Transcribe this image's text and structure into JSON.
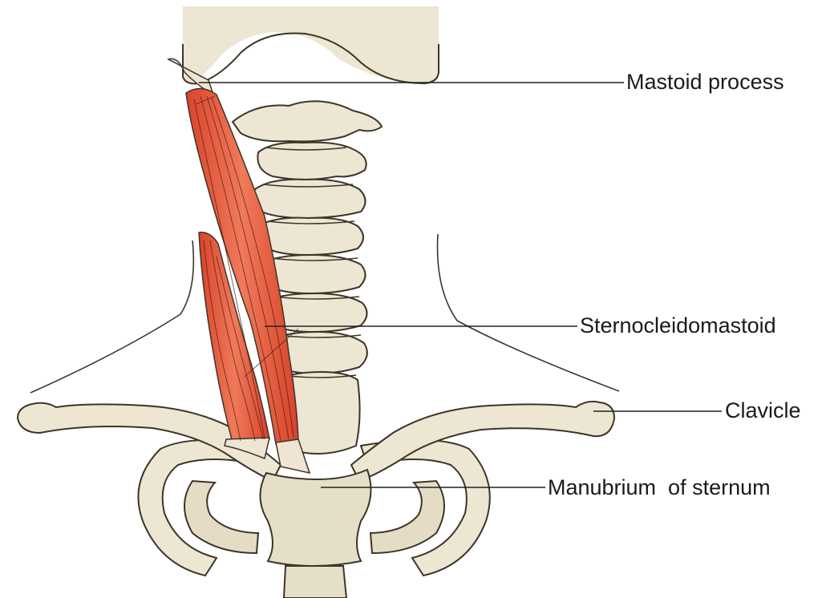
{
  "labels": {
    "mastoid": "Mastoid process",
    "scm": "Sternocleidomastoid",
    "clavicle": "Clavicle",
    "manubrium": "Manubrium  of sternum"
  },
  "colors": {
    "bone_fill": "#ece6d2",
    "bone_shade": "#d8cfb5",
    "outline": "#3c3528",
    "muscle": "#e2533a",
    "muscle_light": "#f08a6c",
    "tendon": "#efe5d2",
    "leader": "#222222"
  }
}
